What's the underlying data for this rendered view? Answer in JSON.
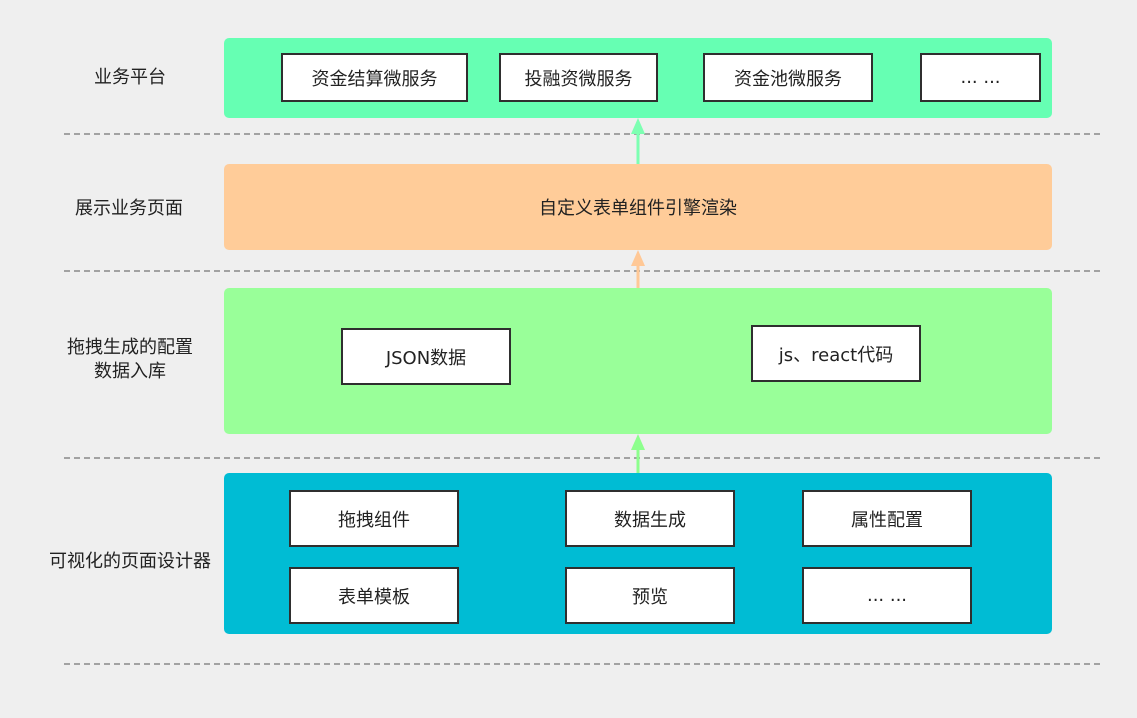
{
  "colors": {
    "background": "#efefef",
    "business_layer": "#66ffb3",
    "render_layer": "#ffcc99",
    "storage_layer": "#99ff99",
    "designer_layer": "#00bcd4",
    "arrow_green": "#7dffb2",
    "arrow_orange": "#ffc896",
    "arrow_light_green": "#8dff8d",
    "divider": "#888888"
  },
  "layers": {
    "business": {
      "label": "业务平台",
      "boxes": [
        "资金结算微服务",
        "投融资微服务",
        "资金池微服务",
        "... ..."
      ]
    },
    "render": {
      "label": "展示业务页面",
      "title": "自定义表单组件引擎渲染"
    },
    "storage": {
      "label_line1": "拖拽生成的配置",
      "label_line2": "数据入库",
      "boxes": [
        "JSON数据",
        "js、react代码"
      ]
    },
    "designer": {
      "label": "可视化的页面设计器",
      "boxes": [
        "拖拽组件",
        "数据生成",
        "属性配置",
        "表单模板",
        "预览",
        "... ..."
      ]
    }
  }
}
